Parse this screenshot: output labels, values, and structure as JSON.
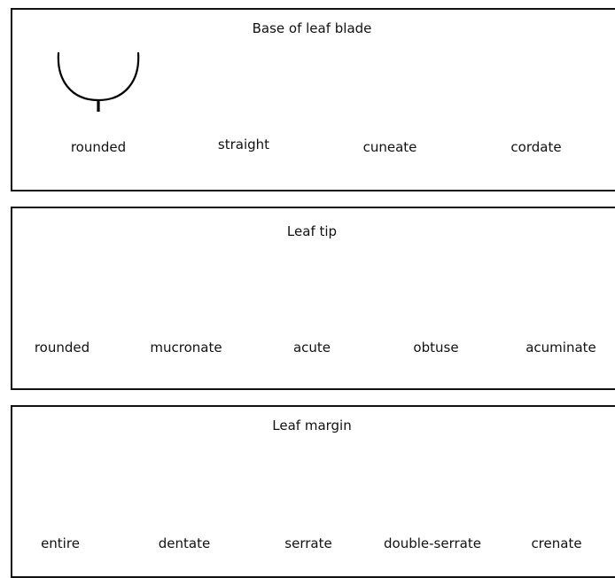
{
  "base": {
    "title": "Base of leaf blade",
    "items": [
      {
        "label": "rounded",
        "icon": "rounded-base-icon"
      },
      {
        "label": "straight",
        "icon": "straight-base-icon"
      },
      {
        "label": "cuneate",
        "icon": "cuneate-base-icon"
      },
      {
        "label": "cordate",
        "icon": "cordate-base-icon"
      }
    ]
  },
  "tip": {
    "title": "Leaf tip",
    "items": [
      {
        "label": "rounded",
        "icon": "rounded-tip-icon"
      },
      {
        "label": "mucronate",
        "icon": "mucronate-tip-icon"
      },
      {
        "label": "acute",
        "icon": "acute-tip-icon"
      },
      {
        "label": "obtuse",
        "icon": "obtuse-tip-icon"
      },
      {
        "label": "acuminate",
        "icon": "acuminate-tip-icon"
      }
    ]
  },
  "margin": {
    "title": "Leaf margin",
    "items": [
      {
        "label": "entire",
        "icon": "entire-margin-icon"
      },
      {
        "label": "dentate",
        "icon": "dentate-margin-icon"
      },
      {
        "label": "serrate",
        "icon": "serrate-margin-icon"
      },
      {
        "label": "double-serrate",
        "icon": "double-serrate-margin-icon"
      },
      {
        "label": "crenate",
        "icon": "crenate-margin-icon"
      }
    ]
  }
}
